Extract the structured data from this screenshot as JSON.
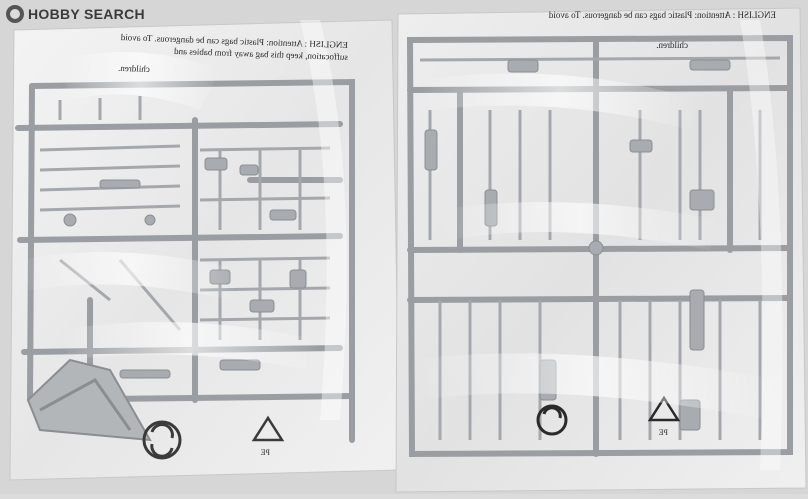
{
  "watermark": {
    "logo_text": "HOBBY SEARCH",
    "logo_icon": "hobby-search-logo-icon"
  },
  "left_bag": {
    "warning_lines": [
      "ENGLISH : Attention: Plastic bags can be dangerous. To avoid",
      "suffocation, keep this bag away from babies and",
      "children."
    ],
    "marks": [
      "PE"
    ]
  },
  "right_bag": {
    "warning_lines": [
      "ENGLISH : Attention: Plastic bags can be dangerous. To avoid",
      "children."
    ],
    "marks": [
      "PE"
    ]
  },
  "colors": {
    "background": "#dcdcdc",
    "sprue": "#9a9ea2",
    "bag_highlight": "#ffffff"
  }
}
